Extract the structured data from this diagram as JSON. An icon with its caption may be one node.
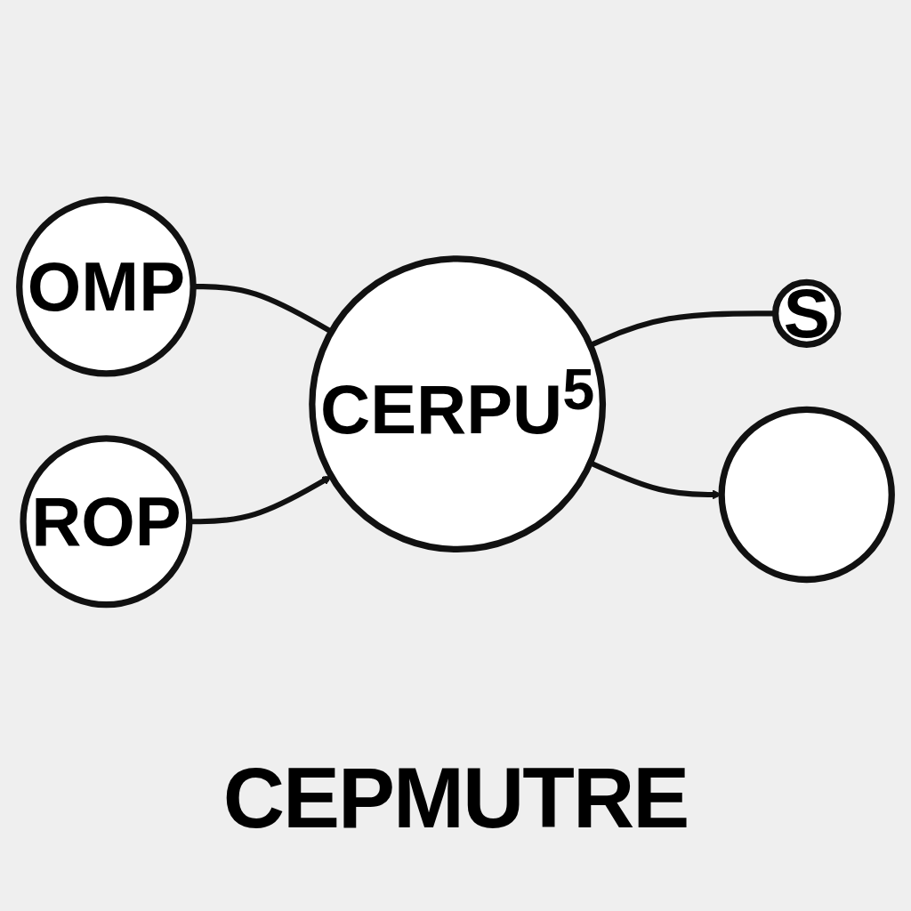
{
  "diagram": {
    "nodes": [
      {
        "text": [
          "OMP"
        ]
      },
      {
        "text": [
          "CERPU$^{5}$"
        ]
      },
      {
        "text": [
          "S"
        ]
      },
      {
        "text": [
          "ROP"
        ]
      },
      {
        "text": [],
        "shape": "circle"
      }
    ],
    "edges": [
      {
        "from": 0,
        "to": 1,
        "arrow": "none"
      },
      {
        "from": 3,
        "to": 1,
        "arrow": "to"
      },
      {
        "from": 1,
        "to": 2,
        "arrow": "none"
      },
      {
        "from": 1,
        "to": 4,
        "arrow": "to"
      }
    ],
    "labels": [
      "CEPMUTRE"
    ]
  }
}
